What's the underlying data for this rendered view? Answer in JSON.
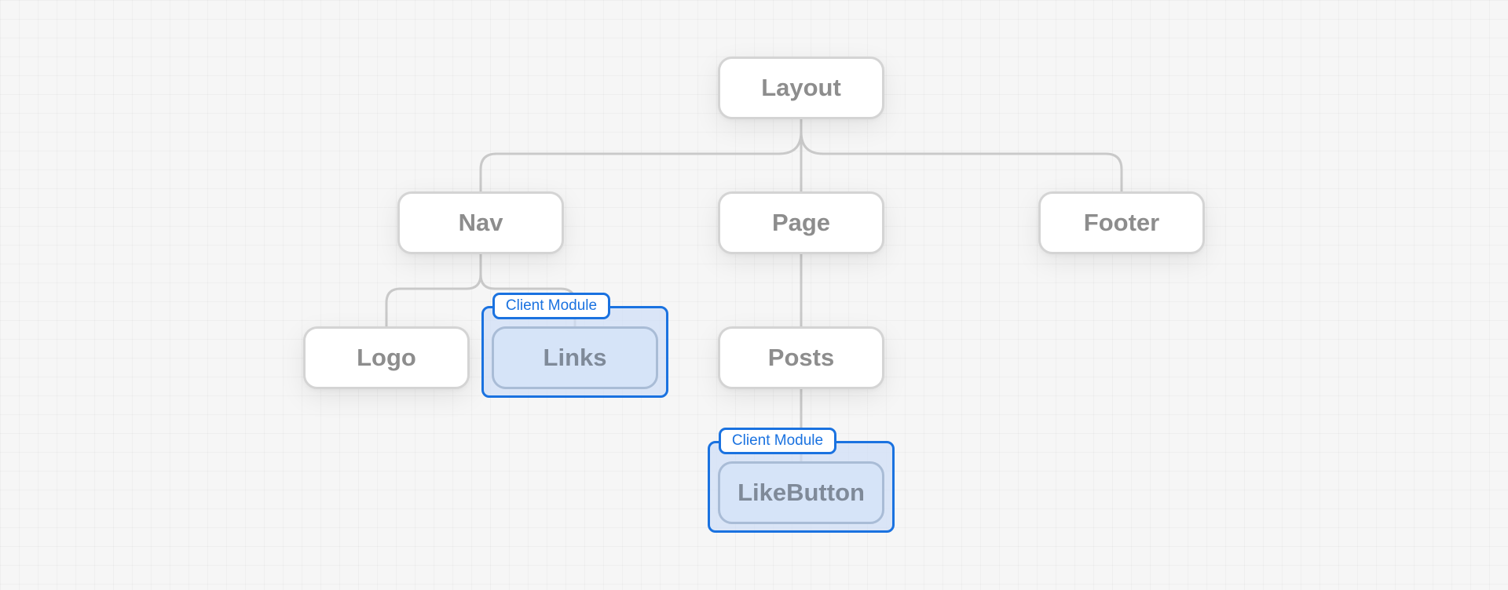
{
  "diagram": {
    "nodes": {
      "layout": "Layout",
      "nav": "Nav",
      "page": "Page",
      "footer": "Footer",
      "logo": "Logo",
      "links": "Links",
      "posts": "Posts",
      "like_button": "LikeButton"
    },
    "client_module_label": "Client Module",
    "colors": {
      "background": "#f6f6f6",
      "node_border": "#d4d4d4",
      "node_text": "#8d8d8d",
      "connector": "#c9c9c9",
      "client_accent": "#1a72e0",
      "client_fill": "#d6e4f8"
    },
    "edges": [
      [
        "Layout",
        "Nav"
      ],
      [
        "Layout",
        "Page"
      ],
      [
        "Layout",
        "Footer"
      ],
      [
        "Nav",
        "Logo"
      ],
      [
        "Nav",
        "Links"
      ],
      [
        "Page",
        "Posts"
      ],
      [
        "Posts",
        "LikeButton"
      ]
    ]
  }
}
